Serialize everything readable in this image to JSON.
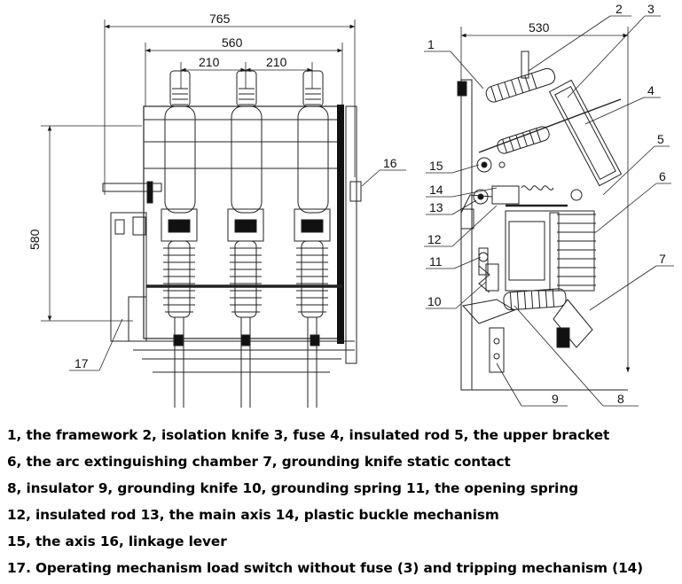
{
  "dimensions": {
    "overall_width": "765",
    "frame_width": "560",
    "pitch_left": "210",
    "pitch_right": "210",
    "height": "580",
    "side_depth": "530"
  },
  "callouts": {
    "front": [
      "16",
      "17"
    ],
    "side": [
      "1",
      "2",
      "3",
      "4",
      "5",
      "6",
      "7",
      "8",
      "9",
      "10",
      "11",
      "12",
      "13",
      "14",
      "15"
    ]
  },
  "legend": [
    "1, the framework    2, isolation knife    3, fuse  4, insulated rod  5, the upper bracket",
    "6, the arc extinguishing chamber  7, grounding knife static contact",
    "8, insulator  9, grounding knife  10, grounding spring  11, the opening spring",
    "12, insulated rod  13, the main axis  14, plastic buckle mechanism",
    "15, the axis  16, linkage lever",
    "17. Operating mechanism load switch without fuse (3) and tripping mechanism (14)"
  ]
}
